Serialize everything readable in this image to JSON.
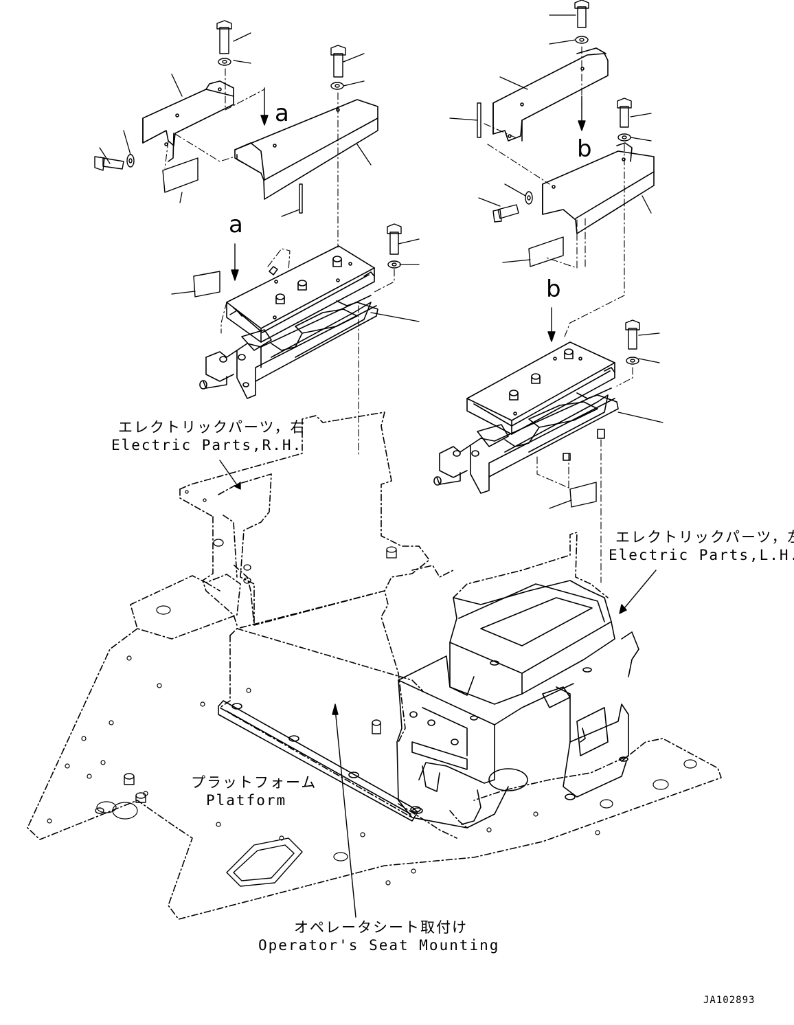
{
  "labels": {
    "electric_rh_jp": "エレクトリックパーツ，右",
    "electric_rh_en": "Electric Parts,R.H.",
    "electric_lh_jp": "エレクトリックパーツ，左",
    "electric_lh_en": "Electric Parts,L.H.",
    "platform_jp": "プラットフォーム",
    "platform_en": "Platform",
    "seat_jp": "オペレータシート取付け",
    "seat_en": "Operator's Seat Mounting"
  },
  "callouts": {
    "a_top": "a",
    "a_mid": "a",
    "b_top": "b",
    "b_mid": "b"
  },
  "reference_code": "JA102893",
  "colors": {
    "line": "#000000",
    "background": "#ffffff"
  }
}
